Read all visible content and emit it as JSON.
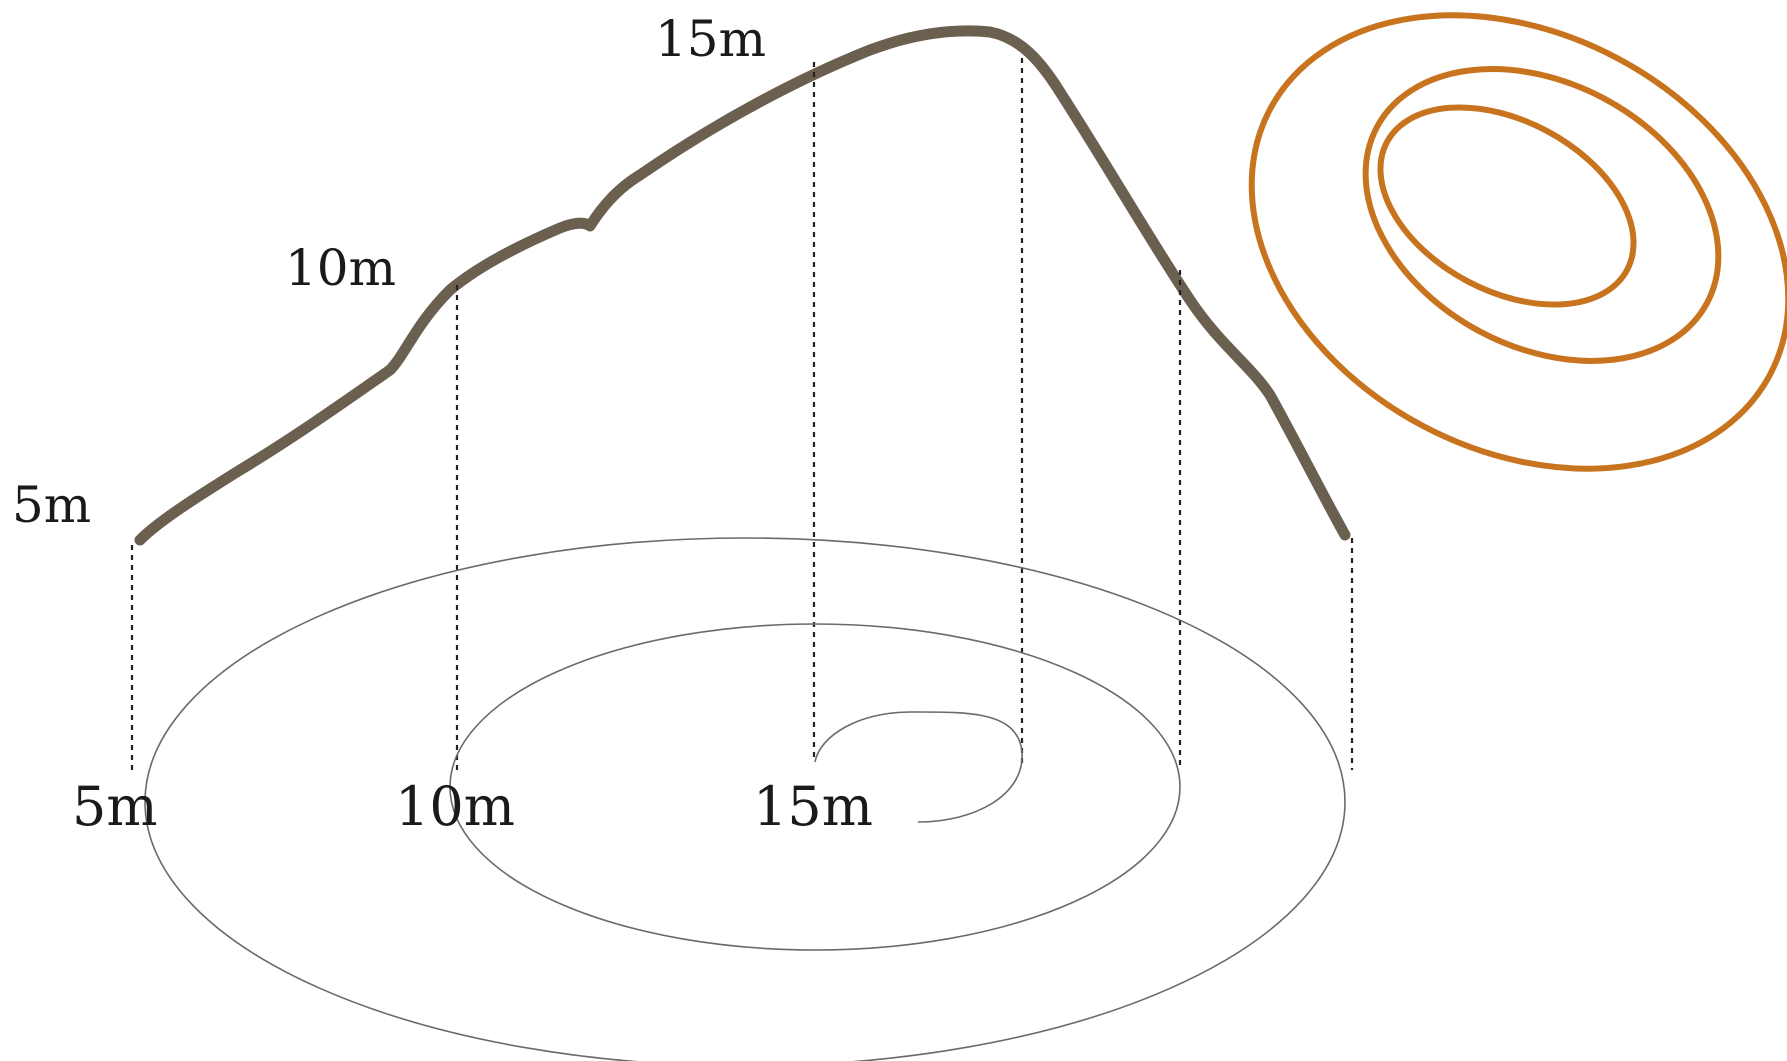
{
  "profile_labels": {
    "low": "5m",
    "mid": "10m",
    "high": "15m"
  },
  "contour_labels": {
    "low": "5m",
    "mid": "10m",
    "high": "15m"
  },
  "colors": {
    "profile": "#6b5f4f",
    "contour_plan": "#c8741e",
    "contour_lines": "#6a6a6a",
    "guides": "#222222"
  }
}
